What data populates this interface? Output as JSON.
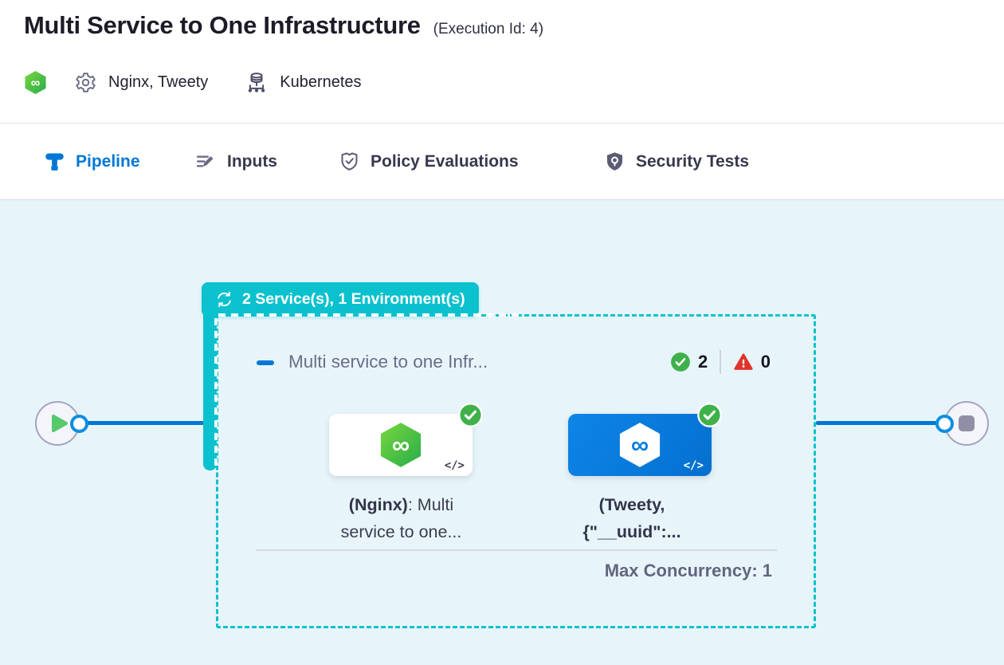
{
  "header": {
    "title": "Multi Service to One Infrastructure",
    "execution_id": "(Execution Id: 4)",
    "services": "Nginx, Tweety",
    "infrastructure": "Kubernetes"
  },
  "tabs": {
    "pipeline": "Pipeline",
    "inputs": "Inputs",
    "policy": "Policy Evaluations",
    "security": "Security Tests"
  },
  "pipeline": {
    "group_badge": "2 Service(s), 1 Environment(s)",
    "stage": {
      "title": "Multi service to one Infr...",
      "success_count": "2",
      "error_count": "0",
      "max_concurrency": "Max Concurrency: 1",
      "code_glyph": "</>",
      "nodes": [
        {
          "line1_bold": "(Nginx)",
          "line1_rest": ": Multi",
          "line2": "service to one..."
        },
        {
          "line1_bold": "(Tweety,",
          "line2_bold": "{\"__uuid\":..."
        }
      ]
    }
  },
  "colors": {
    "accent_teal": "#0cc1ce",
    "primary_blue": "#0278d5",
    "success_green": "#3fb14a",
    "error_red": "#e0342a",
    "canvas_bg": "#e7f5fb"
  }
}
